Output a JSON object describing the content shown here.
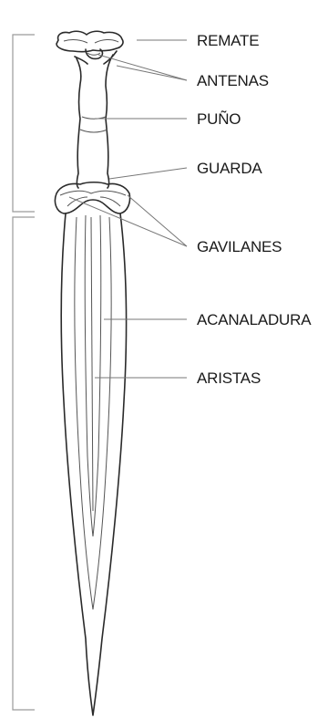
{
  "diagram": {
    "labels": {
      "remate": "REMATE",
      "antenas": "ANTENAS",
      "puno": "PUÑO",
      "guarda": "GUARDA",
      "gavilanes": "GAVILANES",
      "acanaladura": "ACANALADURA",
      "aristas": "ARISTAS"
    },
    "colors": {
      "line": "#2a2a2a",
      "leader": "#777777",
      "bracket": "#9a9a9a",
      "text": "#1a1a1a"
    }
  }
}
